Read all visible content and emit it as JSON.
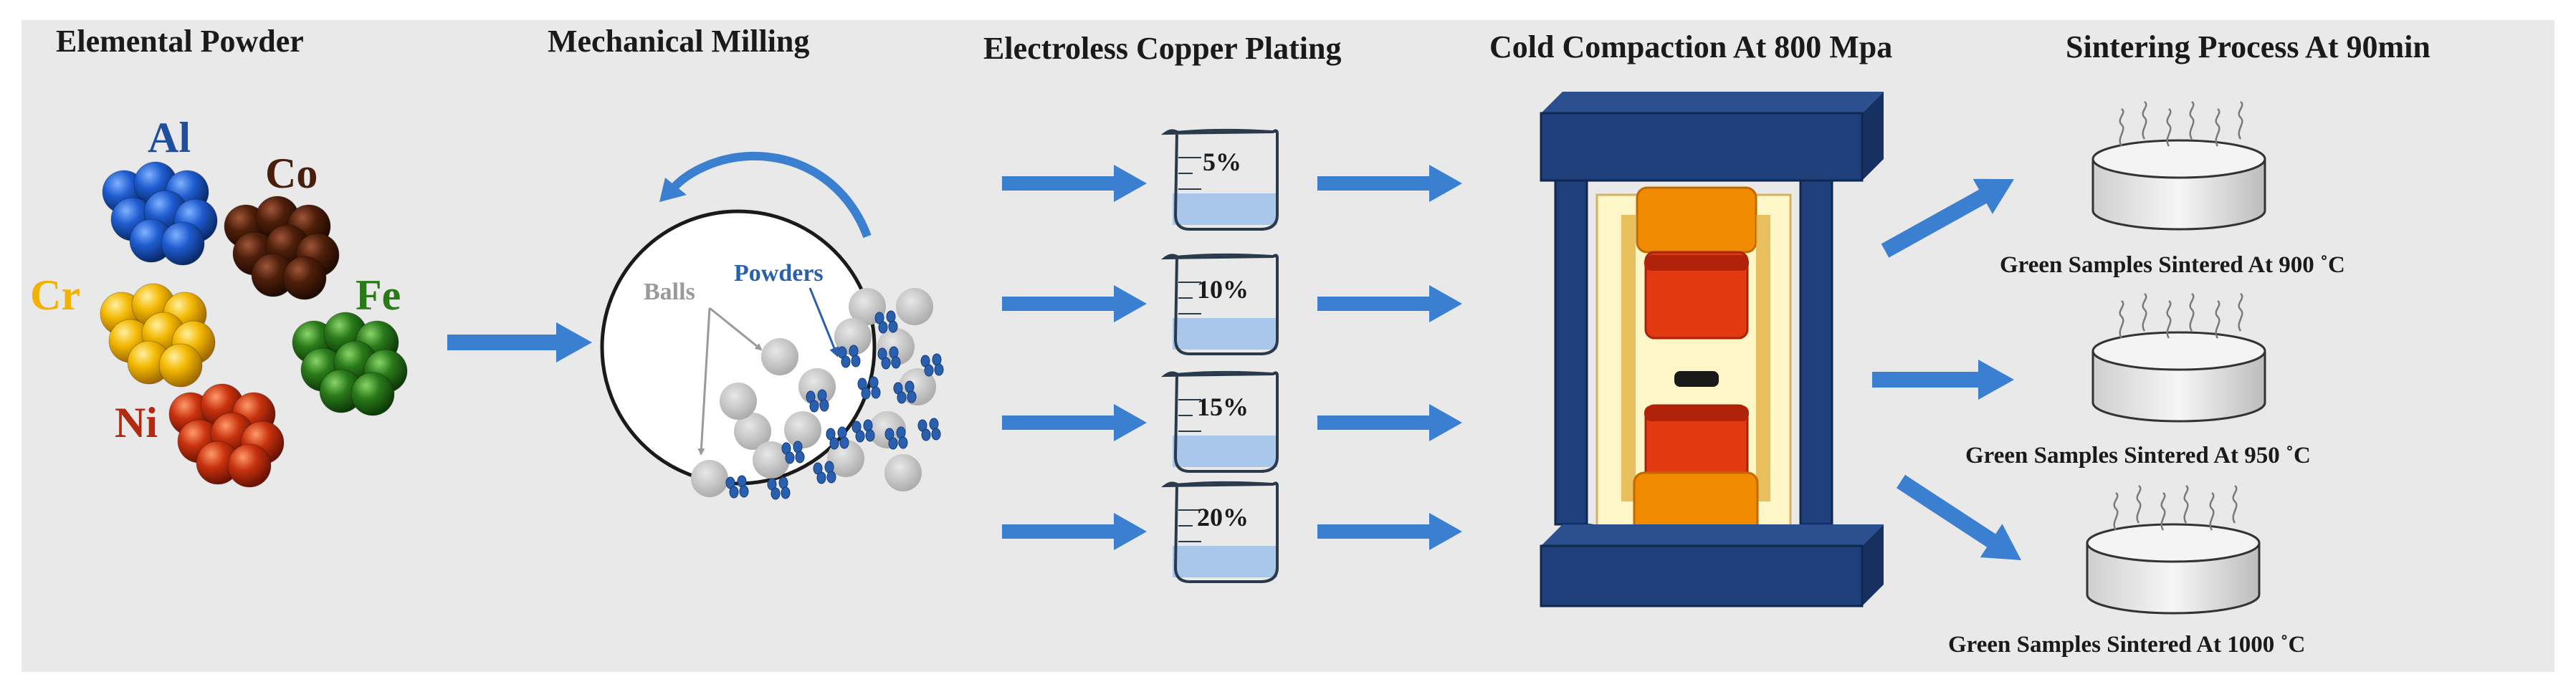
{
  "stages": {
    "elemental_powder": "Elemental Powder",
    "mechanical_milling": "Mechanical Milling",
    "electroless_plating": "Electroless Copper Plating",
    "cold_compaction": "Cold Compaction At 800 Mpa",
    "sintering": "Sintering Process At 90min"
  },
  "elements": [
    {
      "symbol": "Al",
      "color": "#1f4e9c"
    },
    {
      "symbol": "Co",
      "color": "#4a1e0c"
    },
    {
      "symbol": "Cr",
      "color": "#f2b200"
    },
    {
      "symbol": "Fe",
      "color": "#2a7a1a"
    },
    {
      "symbol": "Ni",
      "color": "#b22a10"
    }
  ],
  "milling": {
    "balls_label": "Balls",
    "powders_label": "Powders"
  },
  "plating_percentages": [
    "5%",
    "10%",
    "15%",
    "20%"
  ],
  "sintering_samples": [
    "Green Samples Sintered At 900 ˚C",
    "Green Samples Sintered At 950 ˚C",
    "Green Samples Sintered At 1000 ˚C"
  ],
  "colors": {
    "arrow": "#3a7fd0",
    "press_frame": "#1f3f7a",
    "die": "#f08a00",
    "punch": "#e23a10",
    "beaker_liquid": "#a9c7ea"
  }
}
